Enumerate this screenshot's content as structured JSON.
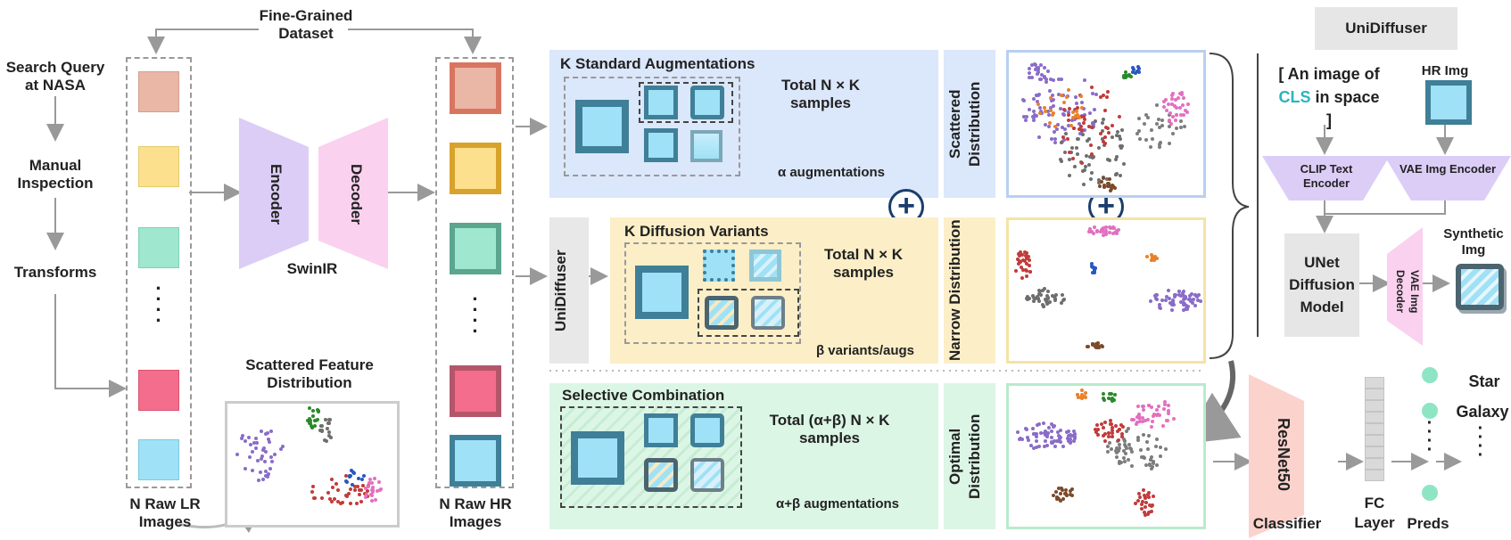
{
  "left_steps": [
    "Search Query at NASA",
    "Manual Inspection",
    "Transforms"
  ],
  "dataset_title": "Fine-Grained Dataset",
  "lr_label": "N Raw LR Images",
  "hr_label": "N Raw HR Images",
  "swinir": {
    "encoder": "Encoder",
    "decoder": "Decoder",
    "name": "SwinIR"
  },
  "scattered_feature": "Scattered Feature Distribution",
  "standard": {
    "title": "K Standard Augmentations",
    "total": "Total N × K samples",
    "note": "α augmentations",
    "side": "Scattered Distribution"
  },
  "diffusion": {
    "box": "UniDiffuser",
    "title": "K Diffusion Variants",
    "total": "Total N × K samples",
    "note": "β variants/augs",
    "side": "Narrow Distribution"
  },
  "selective": {
    "title": "Selective Combination",
    "total": "Total (α+β) N × K samples",
    "note": "α+β augmentations",
    "side": "Optimal Distribution"
  },
  "unidiffuser": {
    "title": "UniDiffuser",
    "prompt": "[ An image of CLS in space ]",
    "prompt_pre": "[ An image of",
    "prompt_cls": "CLS",
    "prompt_post": "in space ]",
    "hr_img": "HR Img",
    "clip": "CLIP Text Encoder",
    "vae_enc": "VAE Img Encoder",
    "unet": "UNet Diffusion Model",
    "vae_dec": "VAE Img Decoder",
    "synthetic": "Synthetic Img"
  },
  "classifier": {
    "resnet": "ResNet50",
    "classifier": "Classifier",
    "fc": "FC Layer",
    "preds": "Preds",
    "star": "Star",
    "galaxy": "Galaxy"
  },
  "colors": {
    "blue_panel": "#dbe7fa",
    "yellow_panel": "#fcefc7",
    "green_panel": "#dcf6e6",
    "teal_square": "#3f7f97",
    "light_square": "#9fe1f6",
    "cls_text": "#2bb3c0"
  }
}
